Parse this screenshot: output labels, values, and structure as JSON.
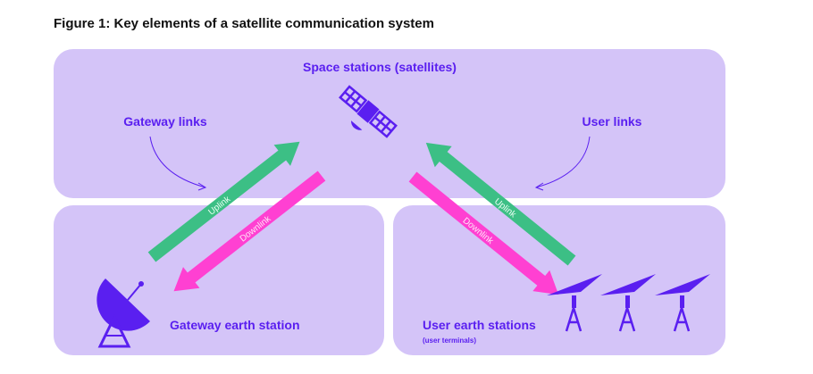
{
  "figure_title": "Figure 1: Key elements of a satellite communication system",
  "space": {
    "label": "Space stations (satellites)"
  },
  "gateway_links": {
    "label": "Gateway links",
    "uplink": "Uplink",
    "downlink": "Downlink"
  },
  "user_links": {
    "label": "User links",
    "uplink": "Uplink",
    "downlink": "Downlink"
  },
  "gateway_station": {
    "label": "Gateway earth station"
  },
  "user_stations": {
    "label": "User earth stations",
    "sublabel": "(user terminals)"
  },
  "colors": {
    "panel": "#d4c4f8",
    "text": "#5a1ff0",
    "uplink": "#3cbf85",
    "downlink": "#ff40d2"
  }
}
